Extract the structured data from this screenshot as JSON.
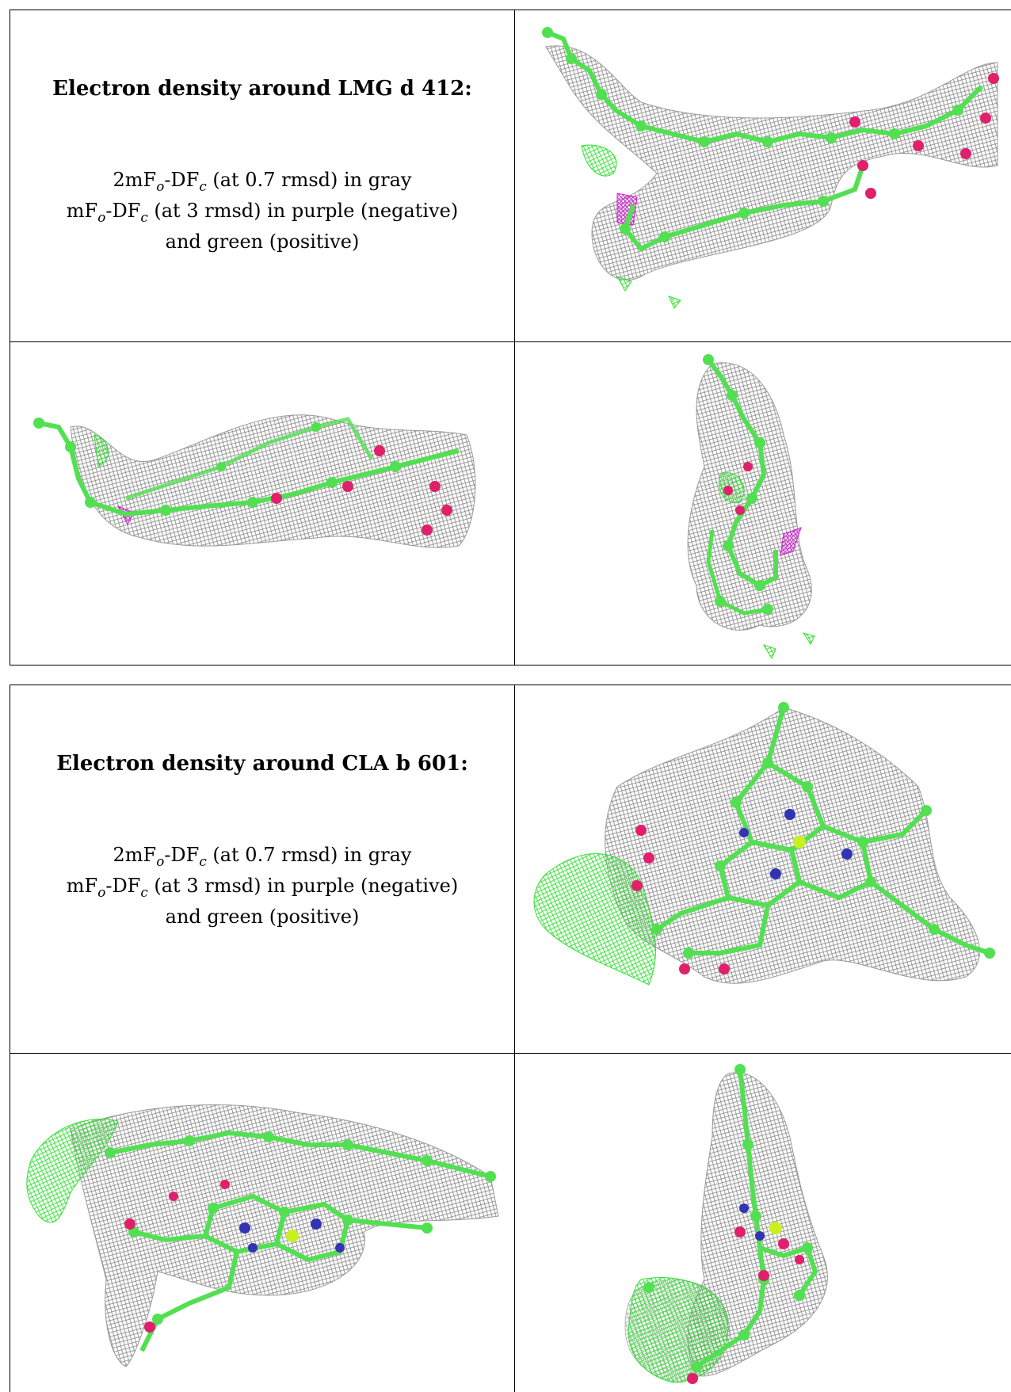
{
  "panels": [
    {
      "title": "Electron density around LMG d 412:",
      "legend": {
        "line1": {
          "a": "2mF",
          "sub1": "o",
          "b": "-DF",
          "sub2": "c",
          "tail": " (at 0.7 rmsd) in gray"
        },
        "line2": {
          "a": "mF",
          "sub1": "o",
          "b": "-DF",
          "sub2": "c",
          "tail": " (at 3 rmsd) in purple (negative)"
        },
        "line3": "and green (positive)"
      }
    },
    {
      "title": "Electron density around CLA b 601:",
      "legend": {
        "line1": {
          "a": "2mF",
          "sub1": "o",
          "b": "-DF",
          "sub2": "c",
          "tail": " (at 0.7 rmsd) in gray"
        },
        "line2": {
          "a": "mF",
          "sub1": "o",
          "b": "-DF",
          "sub2": "c",
          "tail": " (at 3 rmsd) in purple (negative)"
        },
        "line3": "and green (positive)"
      }
    }
  ],
  "colors": {
    "carbon": "#52e052",
    "oxygen": "#e0206a",
    "nitrogen": "#3333b3",
    "magnesium": "#c8f020",
    "mesh_gray": "#8a8a8a",
    "mesh_green": "#33e033",
    "mesh_purple": "#d020d0"
  }
}
